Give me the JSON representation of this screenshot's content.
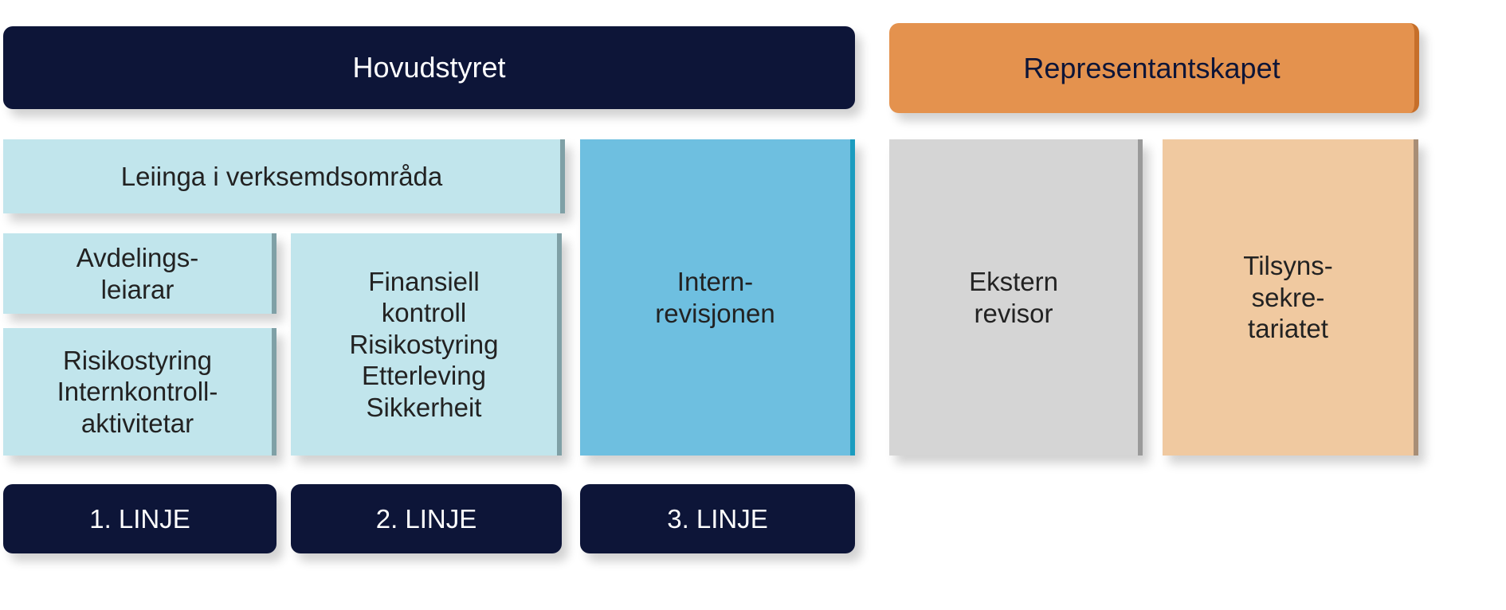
{
  "header": {
    "board": "Hovudstyret",
    "council": "Representantskapet"
  },
  "boxes": {
    "management": "Leiinga i verksemdsområda",
    "department_heads": "Avdelings-\nleiarar",
    "risk_first": "Risikostyring\nInternkontroll-\naktivitetar",
    "second_line": "Finansiell\nkontroll\nRisikostyring\nEtterleving\nSikkerheit",
    "internal_audit": "Intern-\nrevisjonen",
    "external_auditor": "Ekstern\nrevisor",
    "supervisory_secretariat": "Tilsyns-\nsekre-\ntariatet"
  },
  "lines": [
    "1. LINJE",
    "2. LINJE",
    "3. LINJE"
  ],
  "colors": {
    "navy": "#0d1538",
    "orange": "#e4924e",
    "light_blue": "#c1e5ec",
    "blue": "#6ebfe0",
    "grey": "#d5d5d5",
    "peach": "#f0c9a0"
  }
}
